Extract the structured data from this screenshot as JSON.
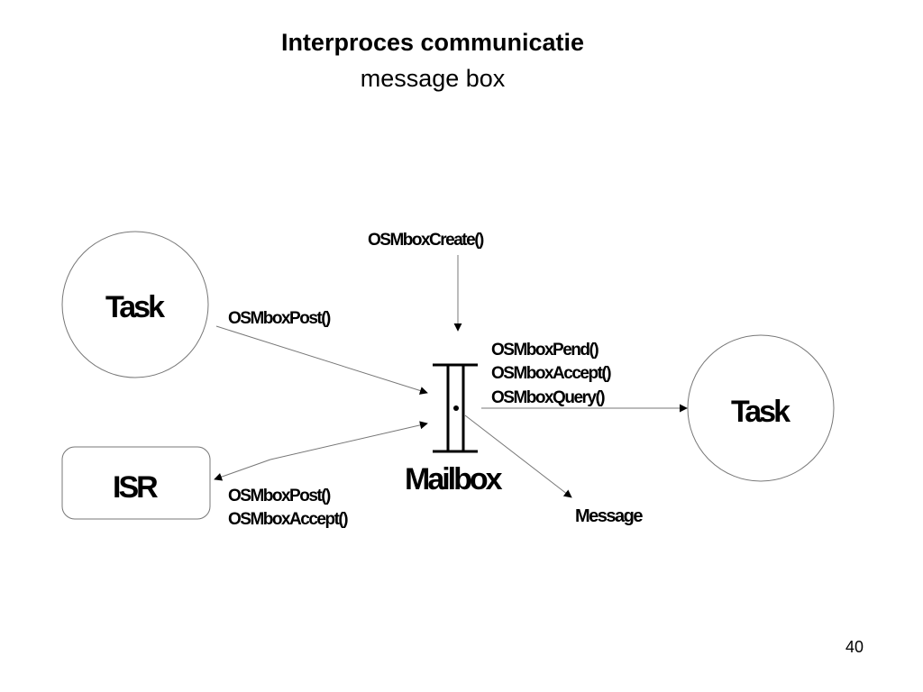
{
  "slide": {
    "title": "Interproces communicatie",
    "subtitle": "message box",
    "page_number": "40"
  },
  "nodes": {
    "task_left": "Task",
    "task_right": "Task",
    "isr": "ISR",
    "mailbox": "Mailbox",
    "message": "Message"
  },
  "calls": {
    "create": "OSMboxCreate()",
    "task_post": "OSMboxPost()",
    "isr_post": "OSMboxPost()",
    "isr_accept": "OSMboxAccept()",
    "pend": "OSMboxPend()",
    "accept": "OSMboxAccept()",
    "query": "OSMboxQuery()"
  }
}
